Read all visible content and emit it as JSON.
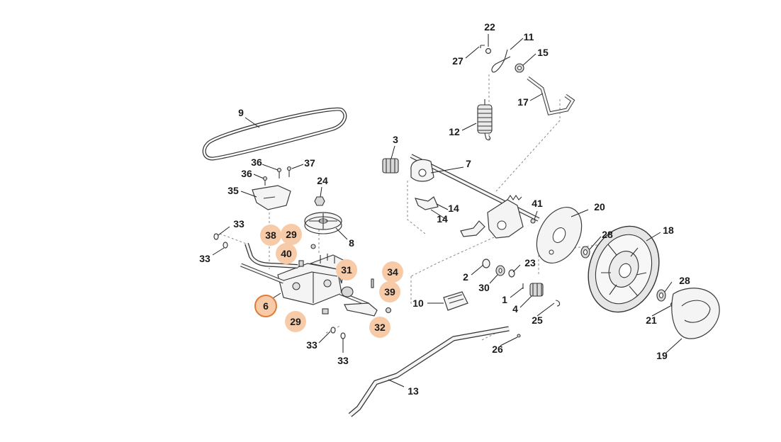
{
  "callouts": [
    {
      "id": "c-22",
      "label": "22",
      "highlight": false
    },
    {
      "id": "c-11",
      "label": "11",
      "highlight": false
    },
    {
      "id": "c-15",
      "label": "15",
      "highlight": false
    },
    {
      "id": "c-27",
      "label": "27",
      "highlight": false
    },
    {
      "id": "c-17",
      "label": "17",
      "highlight": false
    },
    {
      "id": "c-9",
      "label": "9",
      "highlight": false
    },
    {
      "id": "c-12",
      "label": "12",
      "highlight": false
    },
    {
      "id": "c-3",
      "label": "3",
      "highlight": false
    },
    {
      "id": "c-7",
      "label": "7",
      "highlight": false
    },
    {
      "id": "c-36a",
      "label": "36",
      "highlight": false
    },
    {
      "id": "c-37",
      "label": "37",
      "highlight": false
    },
    {
      "id": "c-36b",
      "label": "36",
      "highlight": false
    },
    {
      "id": "c-24",
      "label": "24",
      "highlight": false
    },
    {
      "id": "c-35",
      "label": "35",
      "highlight": false
    },
    {
      "id": "c-14a",
      "label": "14",
      "highlight": false
    },
    {
      "id": "c-14b",
      "label": "14",
      "highlight": false
    },
    {
      "id": "c-41",
      "label": "41",
      "highlight": false
    },
    {
      "id": "c-20",
      "label": "20",
      "highlight": false
    },
    {
      "id": "c-33a",
      "label": "33",
      "highlight": false
    },
    {
      "id": "c-38",
      "label": "38",
      "highlight": true
    },
    {
      "id": "c-29a",
      "label": "29",
      "highlight": true
    },
    {
      "id": "c-8",
      "label": "8",
      "highlight": false
    },
    {
      "id": "c-18",
      "label": "18",
      "highlight": false
    },
    {
      "id": "c-28a",
      "label": "28",
      "highlight": false
    },
    {
      "id": "c-33b",
      "label": "33",
      "highlight": false
    },
    {
      "id": "c-40",
      "label": "40",
      "highlight": true
    },
    {
      "id": "c-31",
      "label": "31",
      "highlight": true
    },
    {
      "id": "c-34",
      "label": "34",
      "highlight": true
    },
    {
      "id": "c-2",
      "label": "2",
      "highlight": false
    },
    {
      "id": "c-23",
      "label": "23",
      "highlight": false
    },
    {
      "id": "c-30",
      "label": "30",
      "highlight": false
    },
    {
      "id": "c-39",
      "label": "39",
      "highlight": true
    },
    {
      "id": "c-28b",
      "label": "28",
      "highlight": false
    },
    {
      "id": "c-6",
      "label": "6",
      "highlight": true,
      "selected": true
    },
    {
      "id": "c-1",
      "label": "1",
      "highlight": false
    },
    {
      "id": "c-10",
      "label": "10",
      "highlight": false
    },
    {
      "id": "c-4",
      "label": "4",
      "highlight": false
    },
    {
      "id": "c-21",
      "label": "21",
      "highlight": false
    },
    {
      "id": "c-29b",
      "label": "29",
      "highlight": true
    },
    {
      "id": "c-32",
      "label": "32",
      "highlight": true
    },
    {
      "id": "c-25",
      "label": "25",
      "highlight": false
    },
    {
      "id": "c-33c",
      "label": "33",
      "highlight": false
    },
    {
      "id": "c-26",
      "label": "26",
      "highlight": false
    },
    {
      "id": "c-19",
      "label": "19",
      "highlight": false
    },
    {
      "id": "c-33d",
      "label": "33",
      "highlight": false
    },
    {
      "id": "c-13",
      "label": "13",
      "highlight": false
    }
  ],
  "colors": {
    "highlight": "#f8cba8",
    "selected_ring": "#e07b39",
    "ink": "#1a1a1a"
  }
}
